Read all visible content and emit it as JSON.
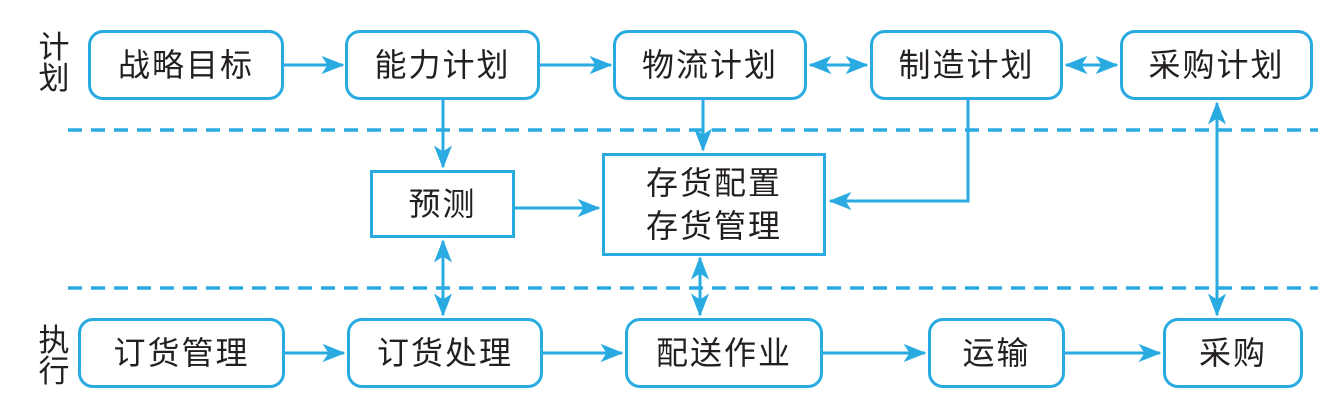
{
  "diagram": {
    "title_implicit": "供应链计划与执行流程图",
    "colors": {
      "accent": "#29abe2",
      "text": "#231f20",
      "background": "#ffffff"
    }
  },
  "rows": {
    "planning": {
      "label": "计划"
    },
    "execution": {
      "label": "执行"
    }
  },
  "nodes": {
    "strategic_goal": {
      "label": "战略目标"
    },
    "capacity_plan": {
      "label": "能力计划"
    },
    "logistics_plan": {
      "label": "物流计划"
    },
    "manufacturing_plan": {
      "label": "制造计划"
    },
    "procurement_plan": {
      "label": "采购计划"
    },
    "forecast": {
      "label": "预测"
    },
    "inventory": {
      "line1": "存货配置",
      "line2": "存货管理"
    },
    "order_management": {
      "label": "订货管理"
    },
    "order_processing": {
      "label": "订货处理"
    },
    "distribution": {
      "label": "配送作业"
    },
    "transport": {
      "label": "运输"
    },
    "purchase": {
      "label": "采购"
    }
  },
  "edges": [
    {
      "from": "战略目标",
      "to": "能力计划",
      "direction": "forward"
    },
    {
      "from": "能力计划",
      "to": "物流计划",
      "direction": "forward"
    },
    {
      "from": "物流计划",
      "to": "制造计划",
      "direction": "both"
    },
    {
      "from": "制造计划",
      "to": "采购计划",
      "direction": "both"
    },
    {
      "from": "能力计划",
      "to": "预测",
      "direction": "forward"
    },
    {
      "from": "物流计划",
      "to": "存货配置存货管理",
      "direction": "forward"
    },
    {
      "from": "制造计划",
      "to": "存货配置存货管理",
      "direction": "forward"
    },
    {
      "from": "预测",
      "to": "存货配置存货管理",
      "direction": "forward"
    },
    {
      "from": "预测",
      "to": "订货处理",
      "direction": "both"
    },
    {
      "from": "存货配置存货管理",
      "to": "配送作业",
      "direction": "both"
    },
    {
      "from": "采购计划",
      "to": "采购",
      "direction": "both"
    },
    {
      "from": "订货管理",
      "to": "订货处理",
      "direction": "forward"
    },
    {
      "from": "订货处理",
      "to": "配送作业",
      "direction": "forward"
    },
    {
      "from": "配送作业",
      "to": "运输",
      "direction": "forward"
    },
    {
      "from": "运输",
      "to": "采购",
      "direction": "forward"
    }
  ]
}
